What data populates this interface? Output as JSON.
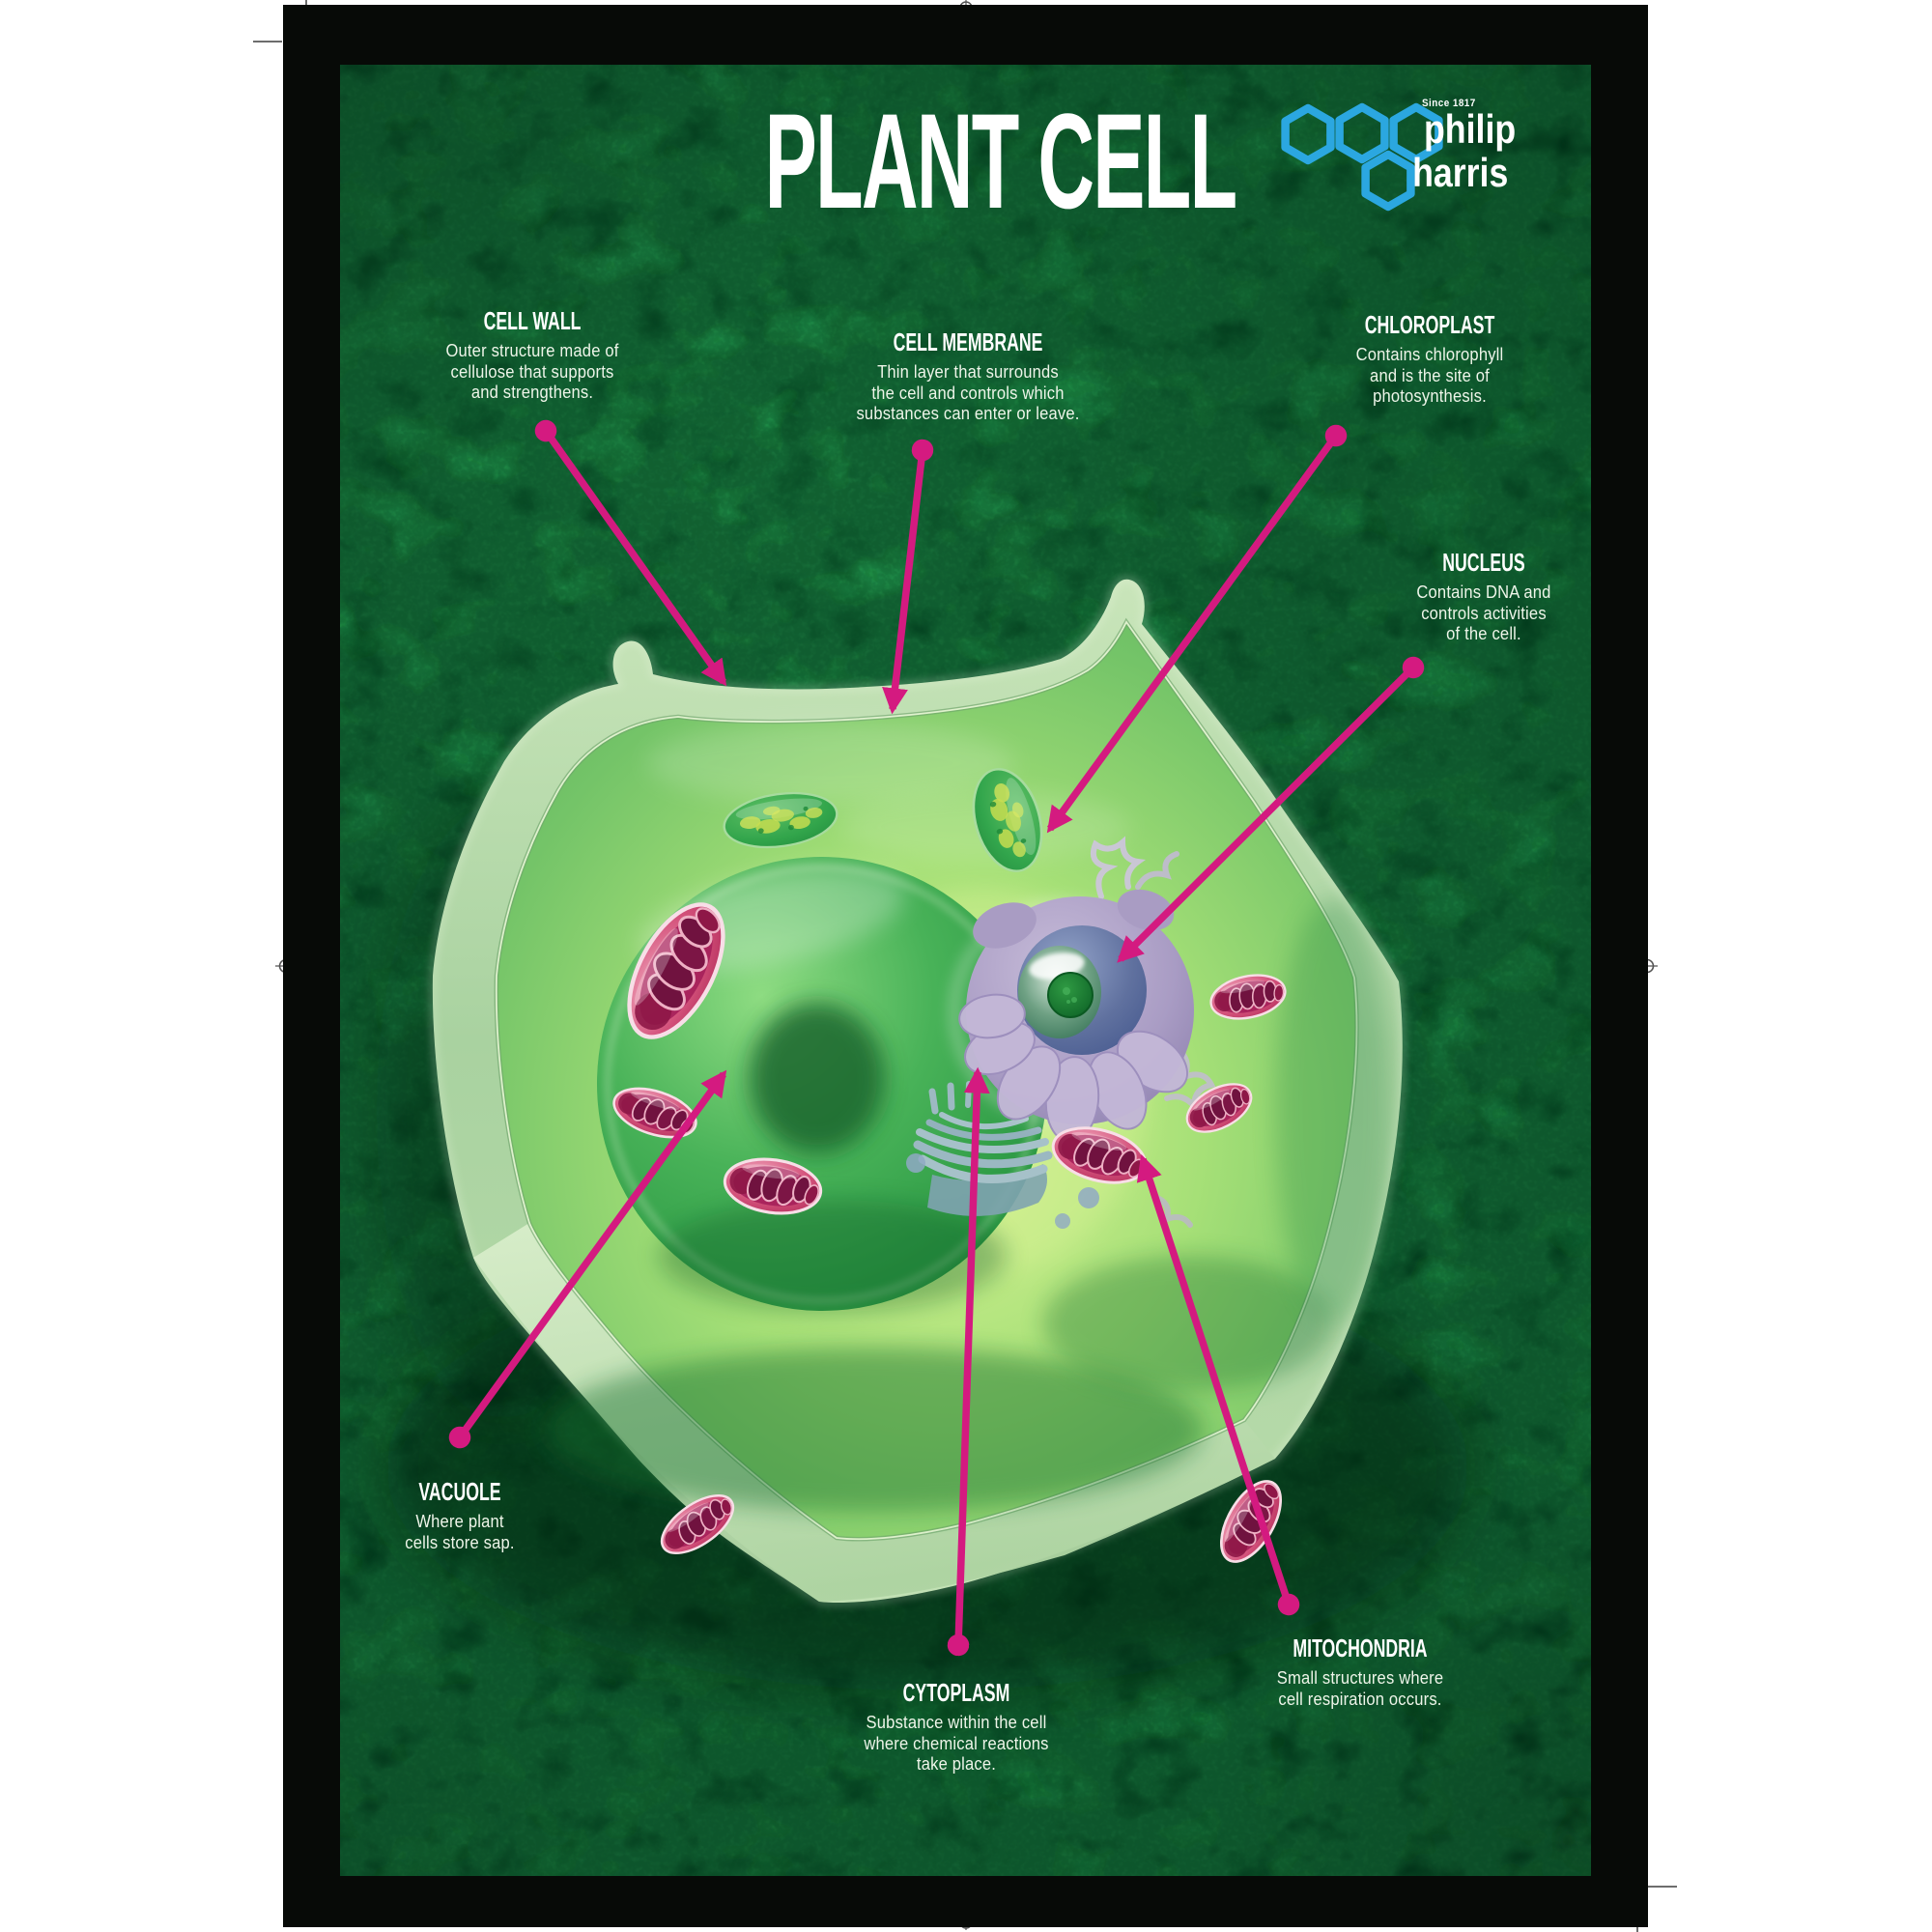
{
  "poster": {
    "title": "PLANT CELL",
    "brand": {
      "tagline": "Since 1817",
      "name_top": "philip",
      "name_bottom": "harris"
    },
    "labels": {
      "cell_wall": {
        "heading": "CELL WALL",
        "lines": [
          "Outer structure made of",
          "cellulose that supports",
          "and strengthens."
        ]
      },
      "cell_membrane": {
        "heading": "CELL MEMBRANE",
        "lines": [
          "Thin layer that surrounds",
          "the cell and controls which",
          "substances can enter or leave."
        ]
      },
      "chloroplast": {
        "heading": "CHLOROPLAST",
        "lines": [
          "Contains chlorophyll",
          "and is the site of",
          "photosynthesis."
        ]
      },
      "nucleus": {
        "heading": "NUCLEUS",
        "lines": [
          "Contains DNA and",
          "controls activities",
          "of the cell."
        ]
      },
      "vacuole": {
        "heading": "VACUOLE",
        "lines": [
          "Where plant",
          "cells store sap."
        ]
      },
      "cytoplasm": {
        "heading": "CYTOPLASM",
        "lines": [
          "Substance within the cell",
          "where chemical reactions",
          "take place."
        ]
      },
      "mitochondria": {
        "heading": "MITOCHONDRIA",
        "lines": [
          "Small structures where",
          "cell respiration occurs."
        ]
      }
    },
    "colors": {
      "arrow_pink": "#d41a80",
      "logo_blue": "#2ba7e0",
      "background_green": "#0f6a31",
      "frame_black": "#070a07",
      "text_white": "#ffffff"
    }
  }
}
